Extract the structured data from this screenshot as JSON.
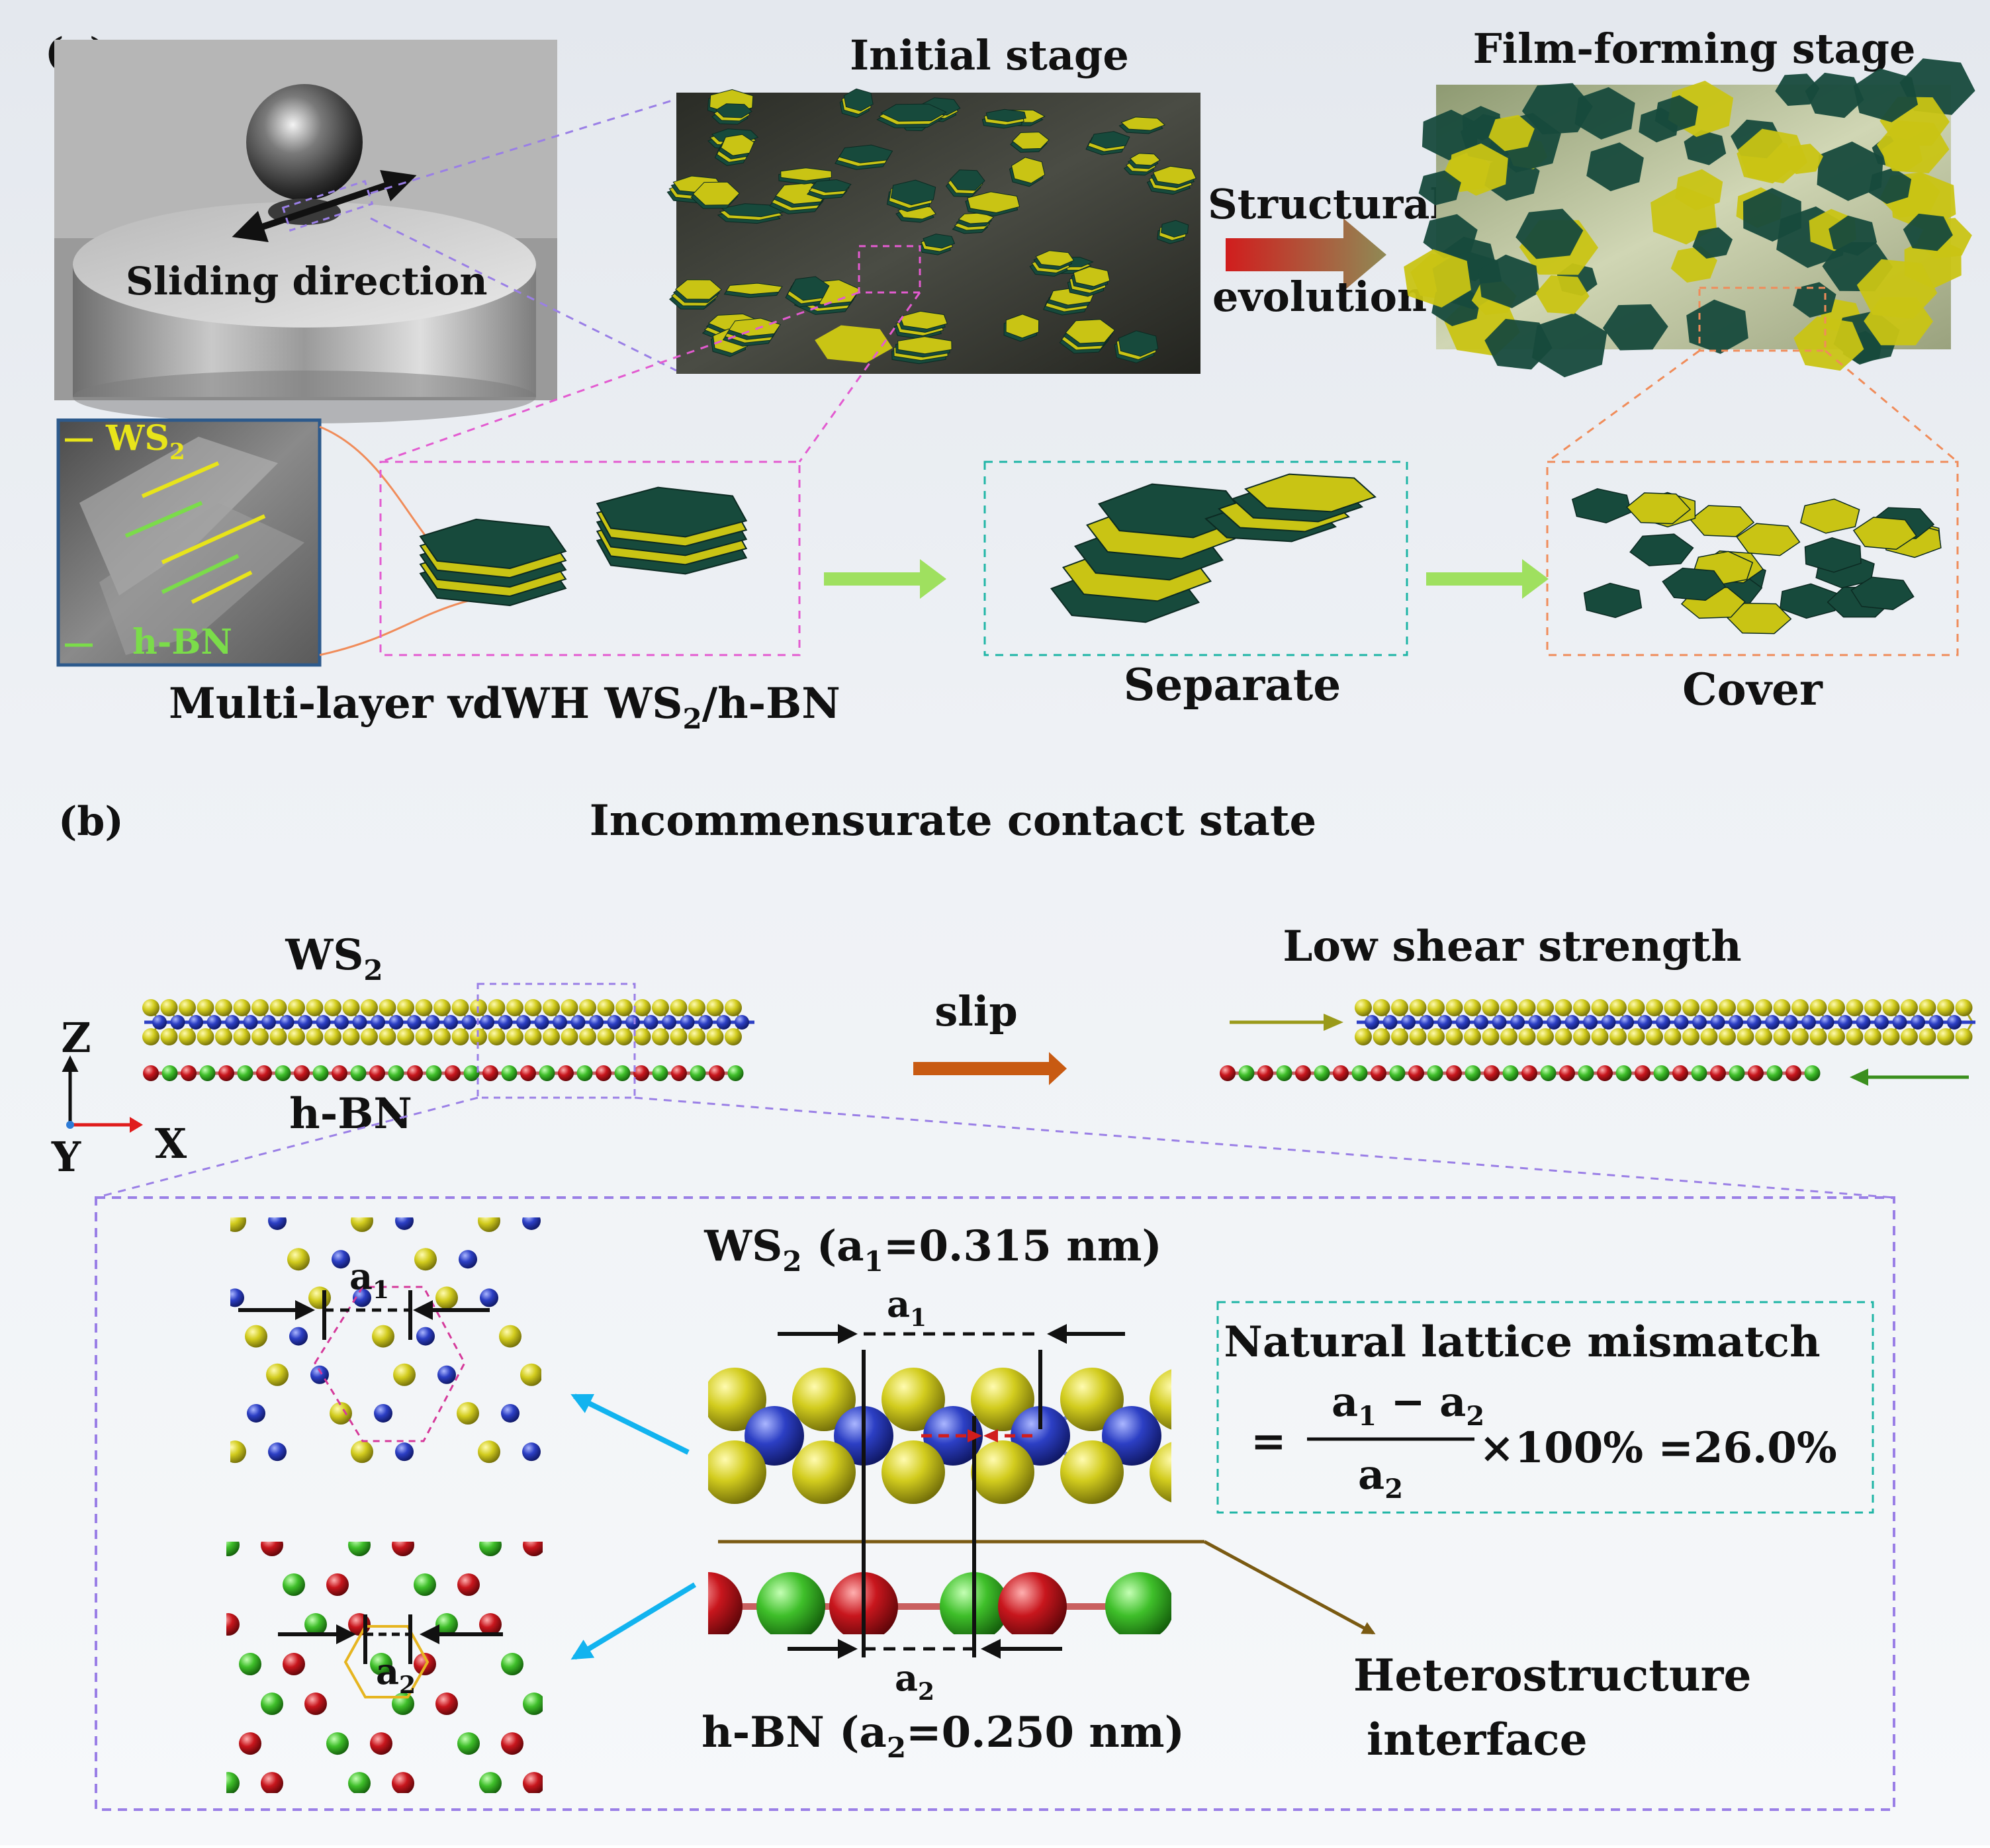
{
  "panel_a": {
    "label": "(a)",
    "sliding_direction": "Sliding direction",
    "initial_stage": "Initial stage",
    "film_stage": "Film-forming stage",
    "structural": "Structural",
    "evolution": "evolution",
    "sem_ws2": "WS",
    "sem_ws2_sub": "2",
    "sem_hbn": "h-BN",
    "multilayer_pre": "Multi-layer vdWH WS",
    "multilayer_sub": "2",
    "multilayer_post": "/h-BN",
    "separate": "Separate",
    "cover": "Cover"
  },
  "panel_b": {
    "label": "(b)",
    "title": "Incommensurate contact state",
    "ws2": "WS",
    "ws2_sub": "2",
    "hbn": "h-BN",
    "slip": "slip",
    "low_shear": "Low shear strength",
    "axis_z": "Z",
    "axis_x": "X",
    "axis_y": "Y",
    "a1": "a",
    "a1_sub": "1",
    "a2": "a",
    "a2_sub": "2",
    "ws2_const_pre": "WS",
    "ws2_const_sub": "2",
    "ws2_const_mid": " (a",
    "ws2_const_sub2": "1",
    "ws2_const_post": "=0.315 nm)",
    "hbn_const_pre": "h-BN (a",
    "hbn_const_sub": "2",
    "hbn_const_post": "=0.250 nm)",
    "mismatch_title": "Natural lattice mismatch",
    "eq": "=",
    "num_a1": "a",
    "num_sub1": "1",
    "num_minus": " − a",
    "num_sub2": "2",
    "den_a2": "a",
    "den_sub2": "2",
    "times": "×100% =26.0%",
    "hetero1": "Heterostructure",
    "hetero2": "interface"
  },
  "colors": {
    "sulfur": "#d2cc1e",
    "tungsten": "#2c3fc4",
    "boron": "#3fbf2a",
    "nitrogen": "#c8161d",
    "flake_dark": "#174a3c",
    "flake_yellow": "#c9c414",
    "purple_dash": "#9a7fe6",
    "pink_dash": "#e35bd0",
    "teal_dash": "#1fb5a6",
    "orange_dash": "#f08c5a",
    "arrow_green": "#9fe05f",
    "arrow_blue": "#12b3ef",
    "arrow_orange": "#c85a12",
    "arrow_olive": "#9a9a1a",
    "arrow_dgreen": "#3b8f1e",
    "arrow_brown": "#7a5a12"
  }
}
